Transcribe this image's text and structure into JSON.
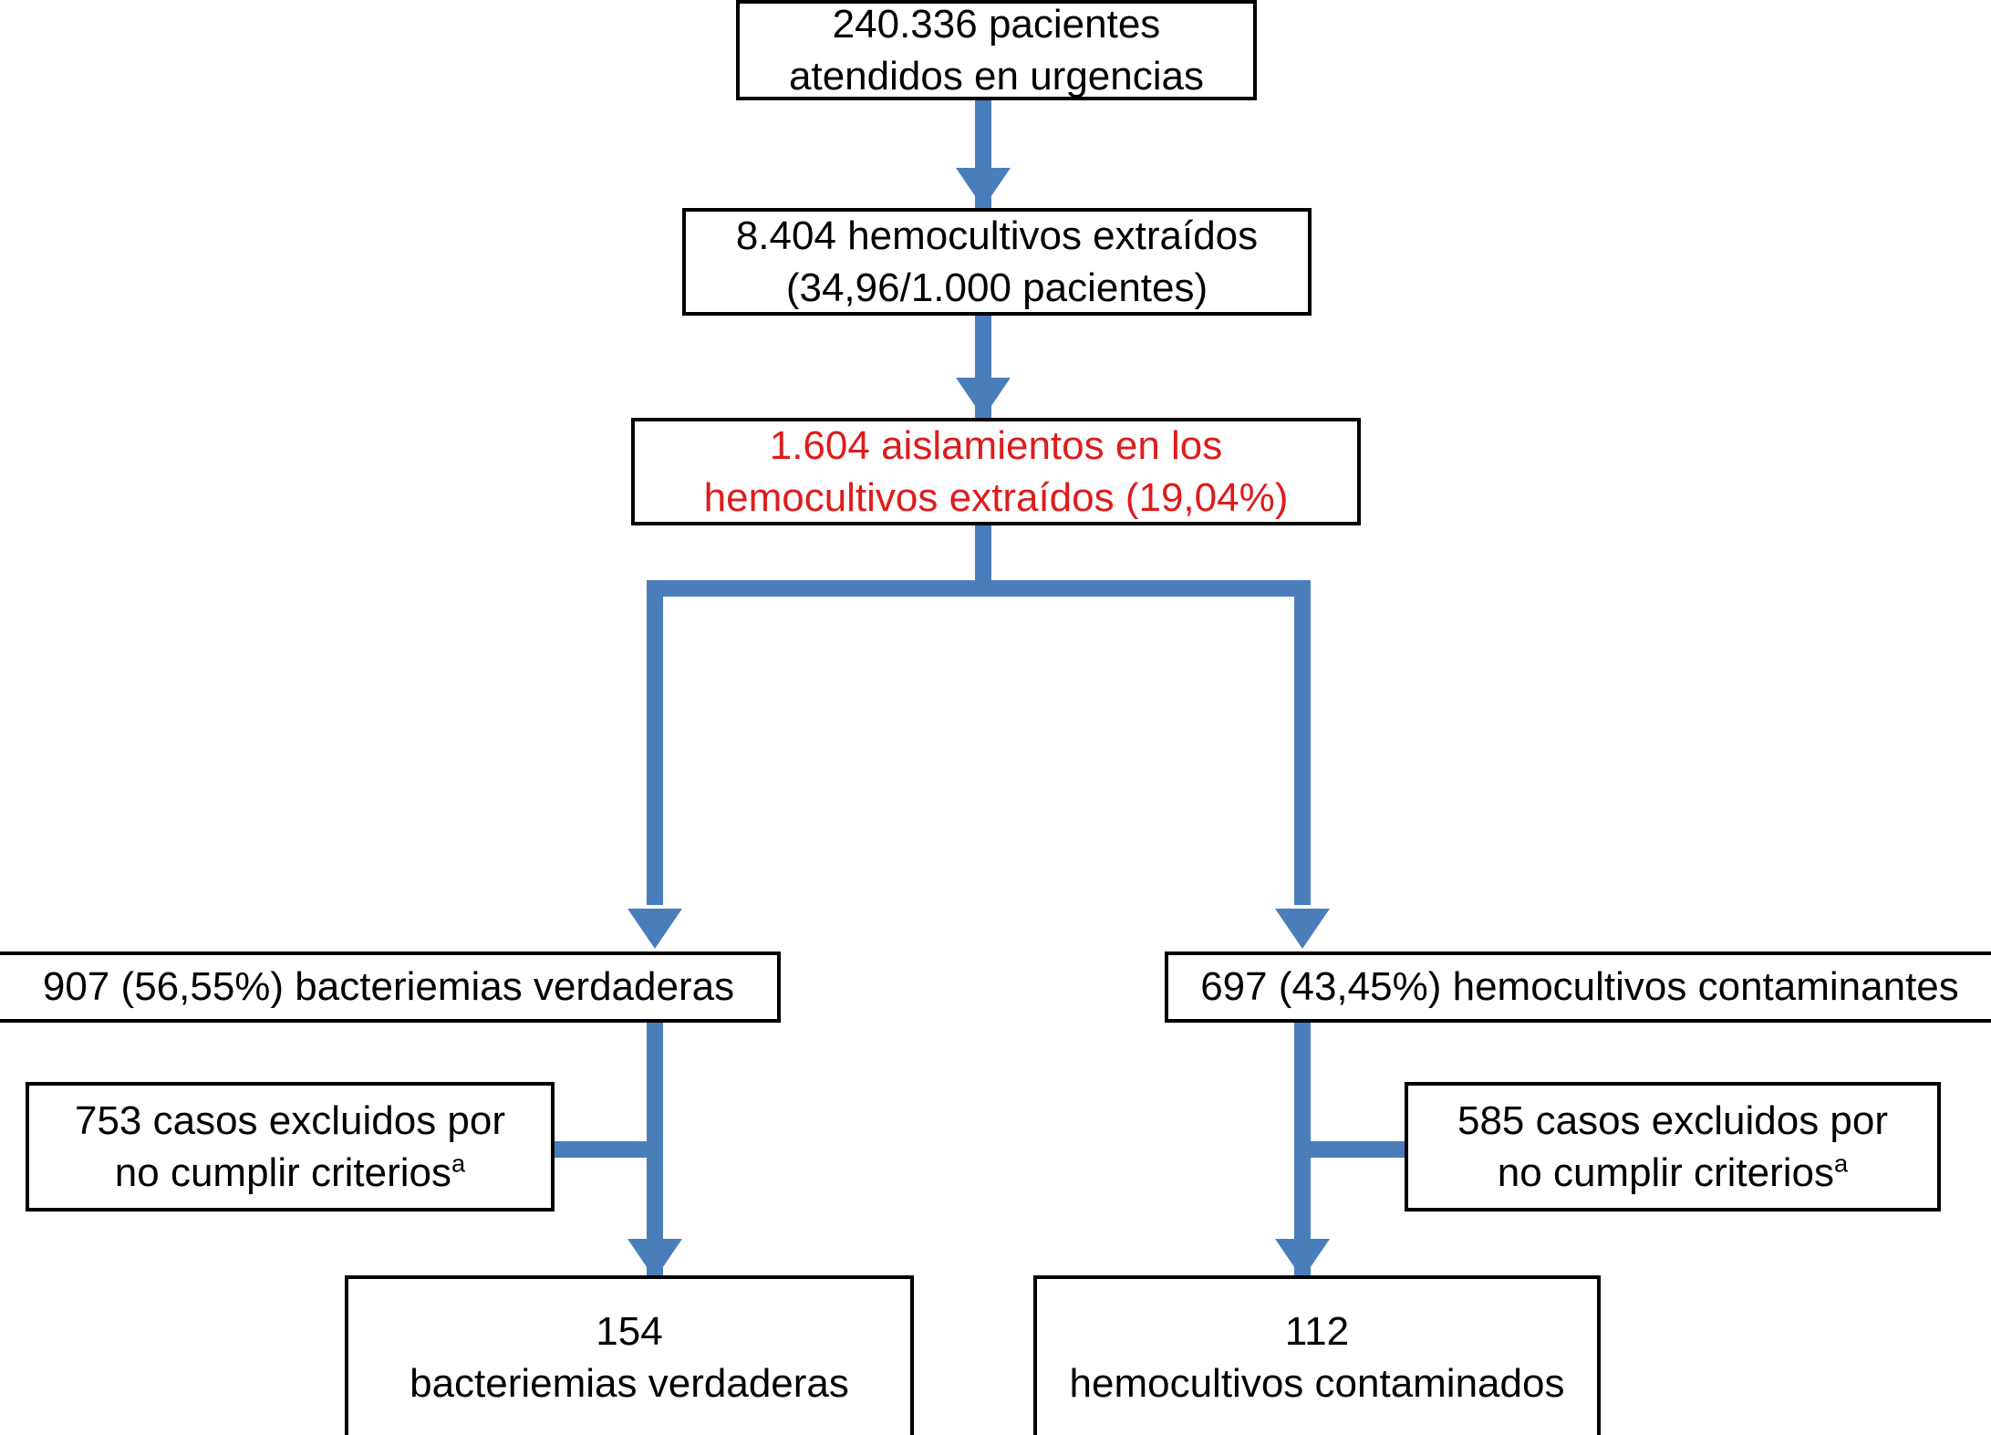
{
  "diagram": {
    "type": "flowchart",
    "language": "es",
    "colors": {
      "connector_blue": "#4A7EBB",
      "box_border": "#000000",
      "highlight_red": "#DD1C1C",
      "background": "#FFFFFF",
      "default_text": "#000000"
    },
    "footnote_marker": "a",
    "nodes": [
      {
        "id": "total-patients",
        "line1": "240.336 pacientes",
        "line2": "atendidos en urgencias",
        "value": 240336,
        "color": "#000000"
      },
      {
        "id": "blood-cultures",
        "line1": "8.404 hemocultivos extraídos",
        "line2": "(34,96/1.000 pacientes)",
        "value": 8404,
        "rate_per_1000": "34,96",
        "color": "#000000"
      },
      {
        "id": "isolates",
        "line1": "1.604 aislamientos en los",
        "line2": "hemocultivos extraídos (19,04%)",
        "value": 1604,
        "percent": "19,04%",
        "color": "#DD1C1C"
      },
      {
        "id": "true-bacteremia",
        "line1": "907 (56,55%) bacteriemias verdaderas",
        "line2": "",
        "value": 907,
        "percent": "56,55%",
        "color": "#000000"
      },
      {
        "id": "contaminant-cultures",
        "line1": "697 (43,45%) hemocultivos contaminantes",
        "line2": "",
        "value": 697,
        "percent": "43,45%",
        "color": "#000000"
      },
      {
        "id": "excluded-left",
        "line1": "753 casos excluidos por",
        "line2": "no cumplir criterios",
        "value": 753,
        "has_footnote": true,
        "color": "#000000"
      },
      {
        "id": "excluded-right",
        "line1": "585 casos excluidos por",
        "line2": "no cumplir criterios",
        "value": 585,
        "has_footnote": true,
        "color": "#000000"
      },
      {
        "id": "final-bacteremia",
        "line1": "154",
        "line2": "bacteriemias verdaderas",
        "value": 154,
        "color": "#000000"
      },
      {
        "id": "final-contaminated",
        "line1": "112",
        "line2": "hemocultivos contaminados",
        "value": 112,
        "color": "#000000"
      }
    ]
  }
}
